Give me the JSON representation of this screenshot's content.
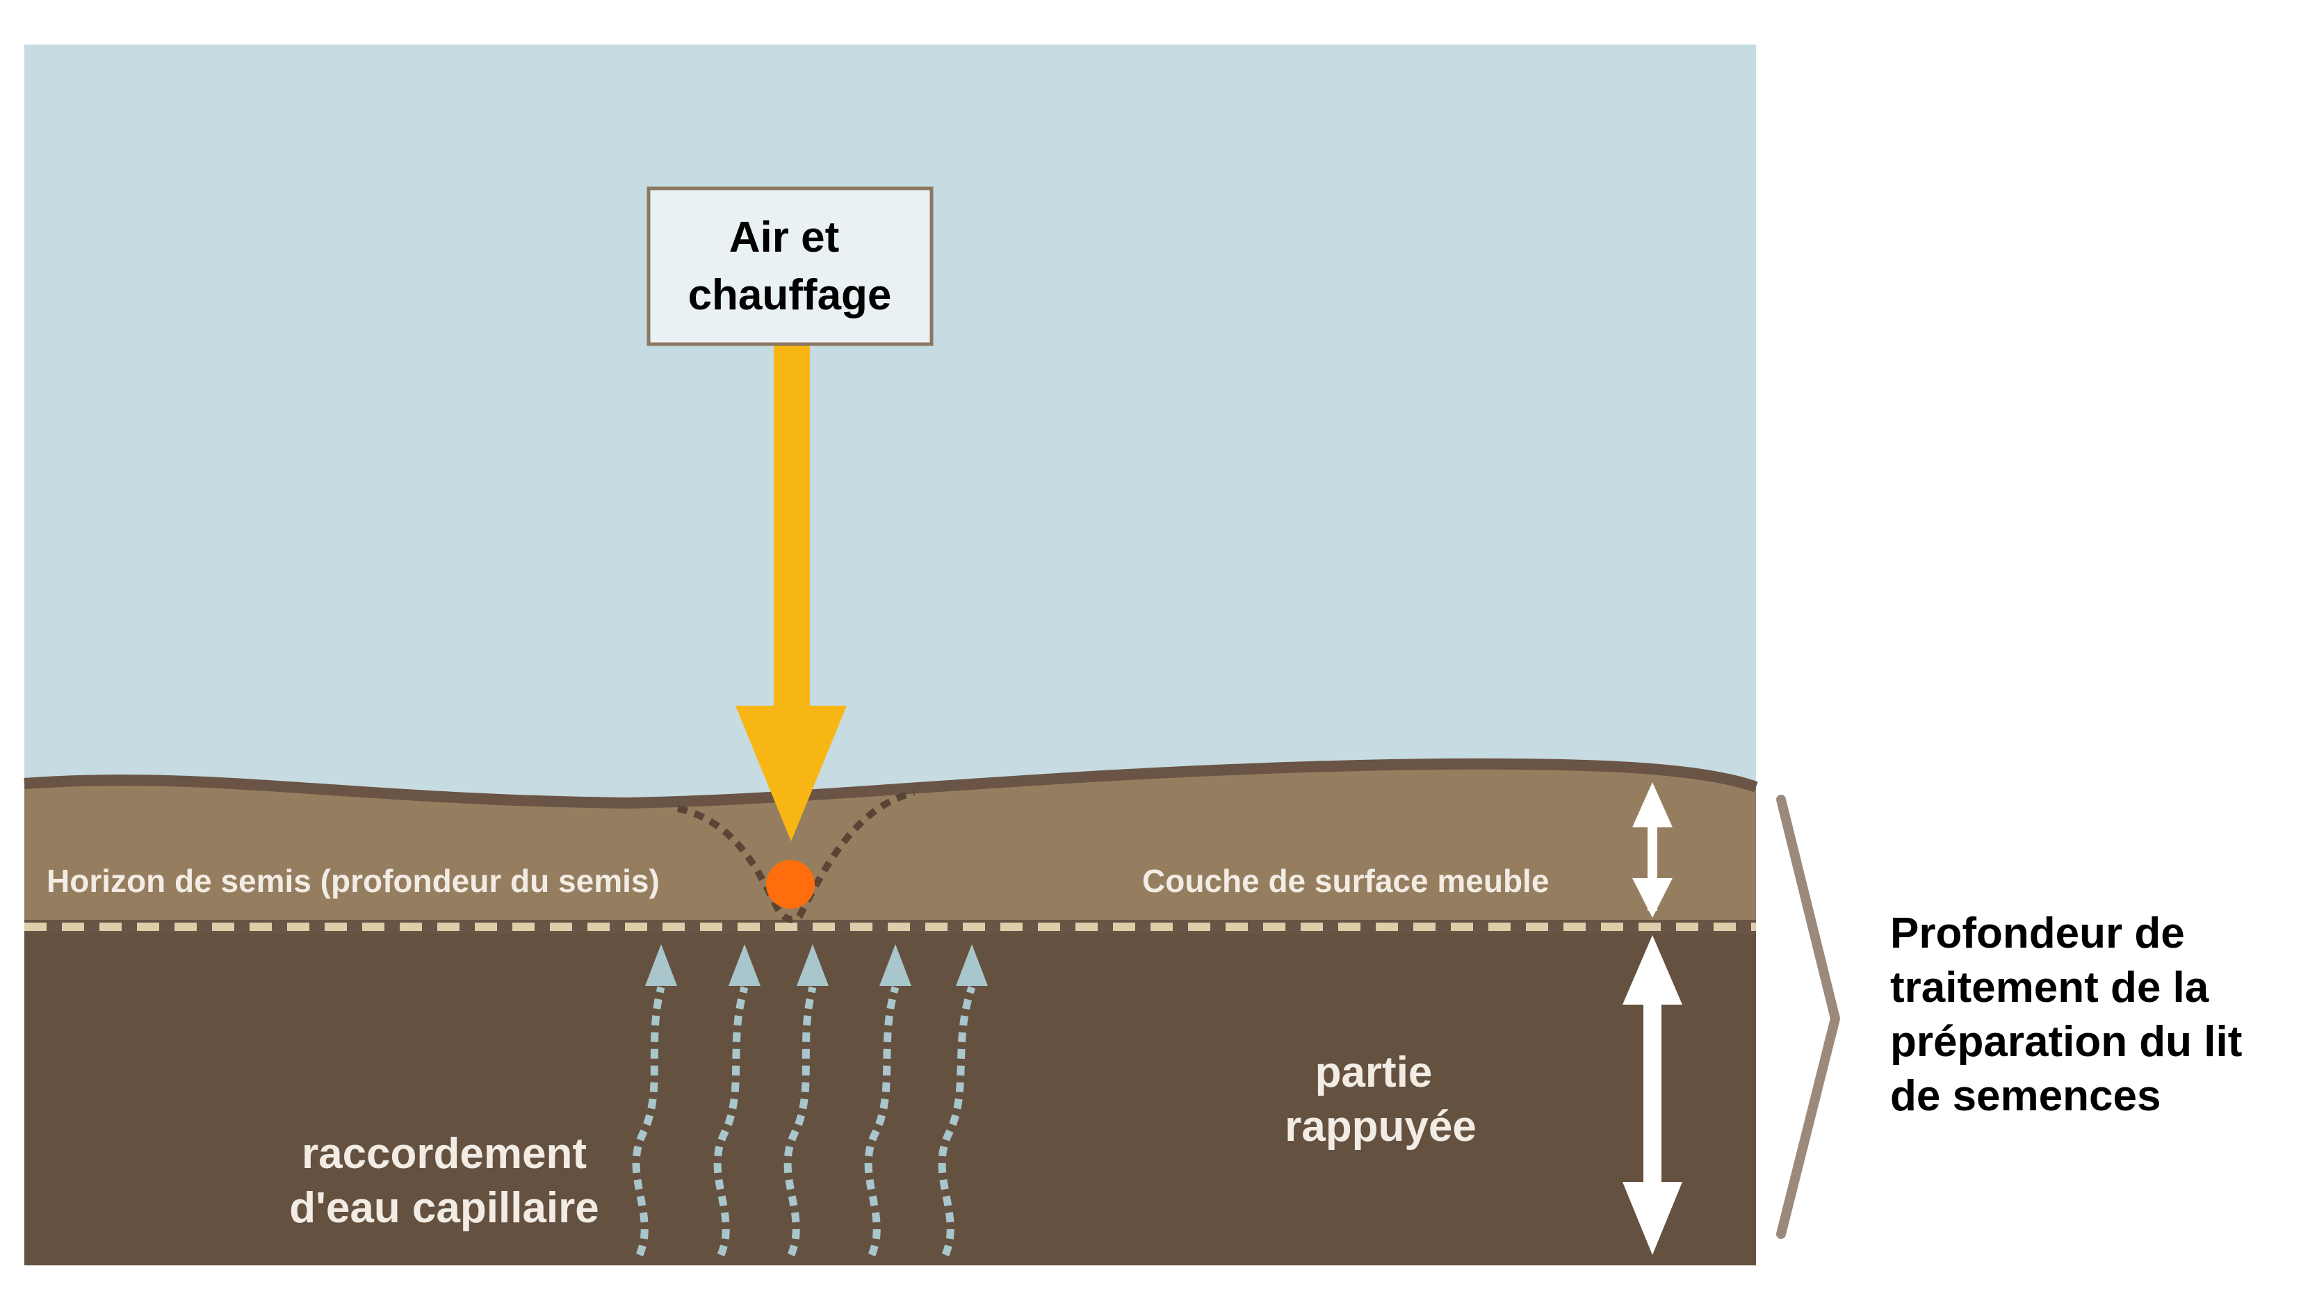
{
  "labels": {
    "box_line1": "Air et",
    "box_line2": "chauffage",
    "seed_horizon": "Horizon de semis (profondeur du semis)",
    "loose_layer": "Couche de surface meuble",
    "pressed_line1": "partie",
    "pressed_line2": "rappuyée",
    "capillary_line1": "raccordement",
    "capillary_line2": "d'eau capillaire",
    "depth_line1": "Profondeur de",
    "depth_line2": "traitement de la",
    "depth_line3": "préparation du lit",
    "depth_line4": "de semences"
  },
  "colors": {
    "sky": "#c6dbe2",
    "topsoil": "#957e5f",
    "subsoil": "#655140",
    "surface_line": "#6a5445",
    "seed_line": "#ddcfaa",
    "arrow_orange": "#f8b614",
    "seed": "#ff6d0c",
    "water_arrow": "#a8c6cc",
    "box_fill": "#eaf1f4",
    "box_border": "#8c7761",
    "light_text": "#f2ece4",
    "dark_text": "#000000",
    "brace": "#9b8a7c",
    "double_arrow": "#ffffff"
  },
  "icons": {
    "heat_arrow": "down-arrow-icon",
    "water_arrows": "wavy-up-arrow-icon",
    "depth_arrows": "double-arrow-icon",
    "brace": "right-brace-icon"
  }
}
